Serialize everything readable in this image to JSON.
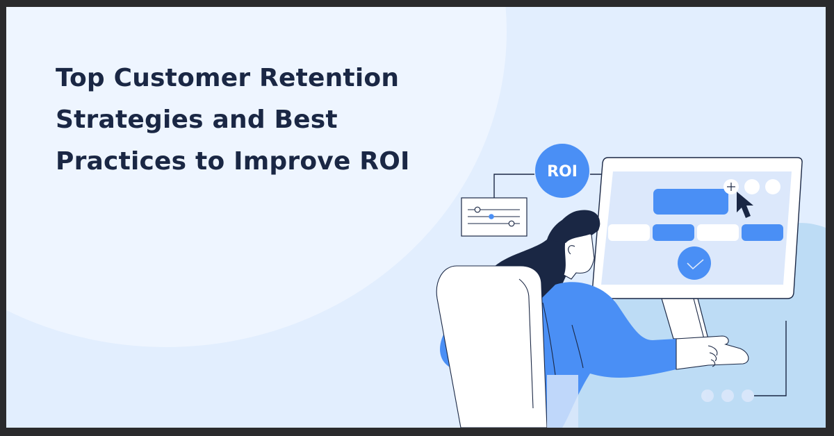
{
  "headline": {
    "lines": [
      "Top Customer Retention",
      "Strategies and Best",
      "Practices to Improve ROI"
    ]
  },
  "illustration": {
    "roi_badge": "ROI",
    "description": "Woman seated in a chair using a desktop monitor showing UI blocks, a checkmark button and a cursor clicking a plus icon; ROI badge connected to a slider settings panel",
    "icons": [
      "roi-badge-icon",
      "slider-panel-icon",
      "checkmark-icon",
      "plus-icon",
      "cursor-icon",
      "dots-icon"
    ]
  },
  "colors": {
    "background": "#e2eefe",
    "background_circle": "#eef5ff",
    "background_blob": "#bddcf5",
    "accent_blue": "#4a8ff5",
    "navy": "#1a2744",
    "screen": "#dce8fb",
    "white": "#ffffff",
    "frame": "#2a2a2c"
  }
}
